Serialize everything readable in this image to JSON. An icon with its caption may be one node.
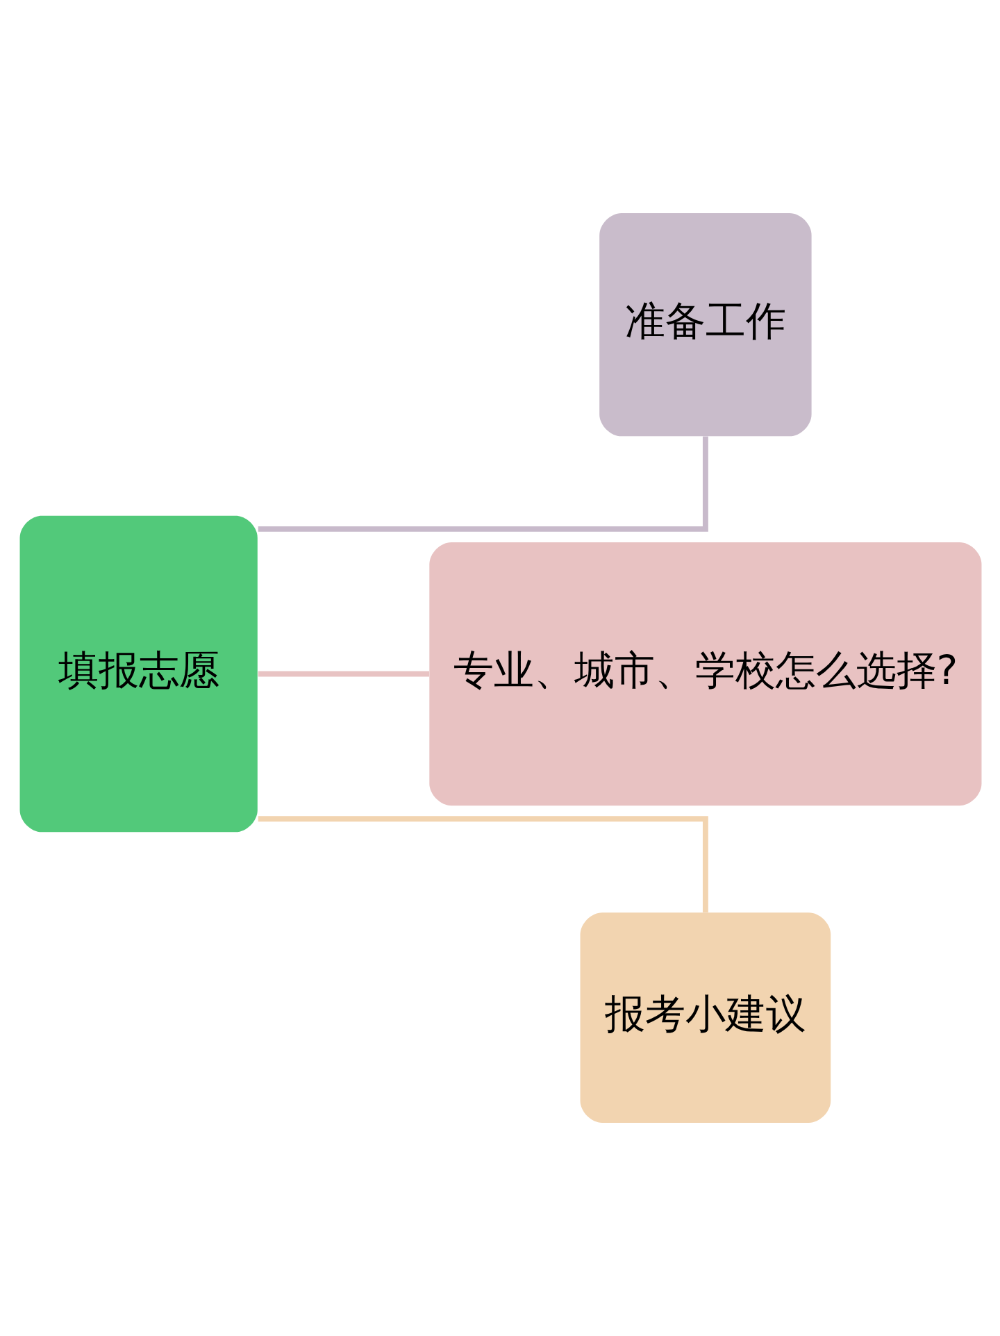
{
  "diagram": {
    "nodes": [
      {
        "text": [
          "填报志愿"
        ]
      },
      {
        "text": [
          "准备工作"
        ]
      },
      {
        "text": [
          "专业、城市、学校怎么选择?"
        ]
      },
      {
        "text": [
          "报考小建议"
        ]
      }
    ],
    "edges": [
      {
        "from": 0,
        "to": 1,
        "arrow": "none",
        "color": "#c8bacb"
      },
      {
        "from": 0,
        "to": 2,
        "arrow": "none",
        "color": "#e8c3c3"
      },
      {
        "from": 0,
        "to": 3,
        "arrow": "none",
        "color": "#f2d4b0"
      }
    ]
  }
}
